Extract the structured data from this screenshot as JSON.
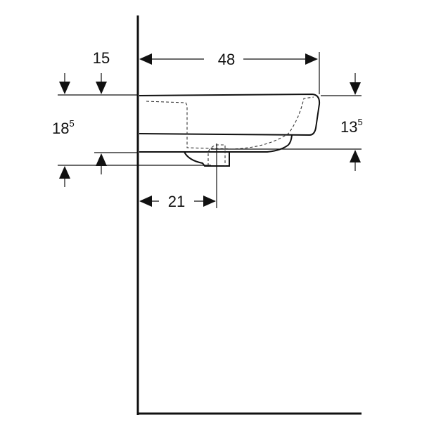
{
  "dimensions": {
    "depth": "48",
    "height_offset_top": "15",
    "height_total": {
      "base": "18",
      "sup": "5"
    },
    "bowl_height": {
      "base": "13",
      "sup": "5"
    },
    "waste_distance": "21"
  }
}
